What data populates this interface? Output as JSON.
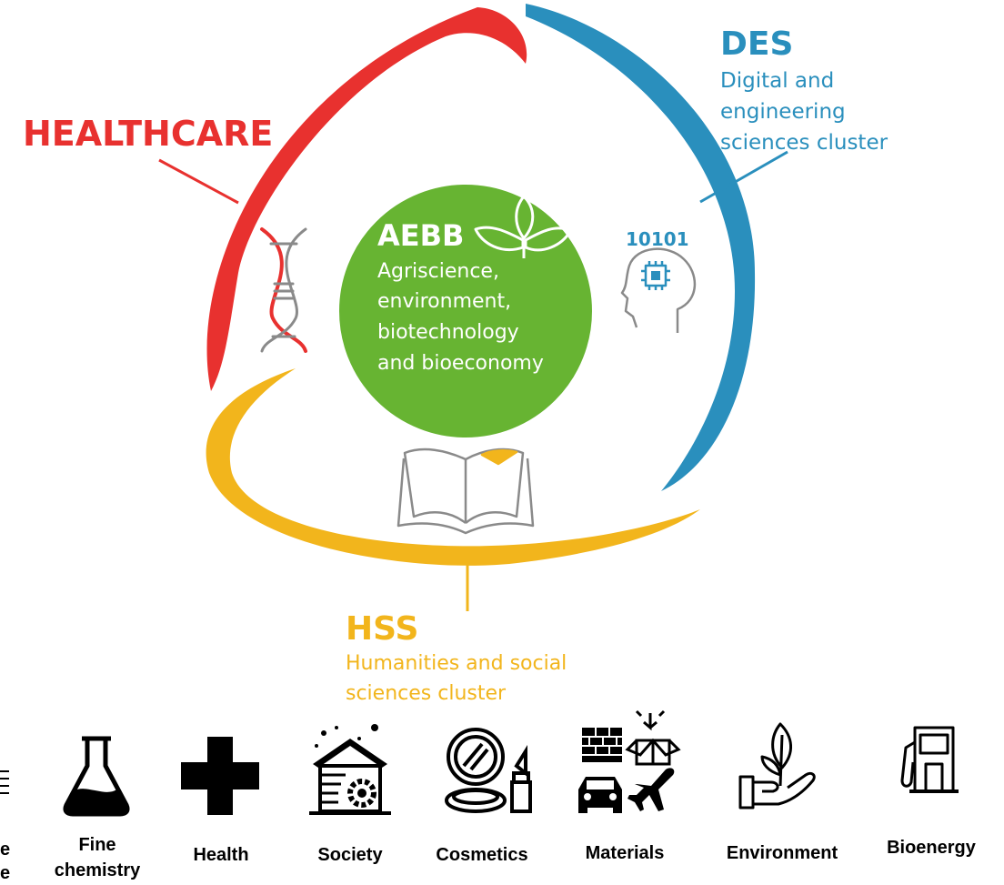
{
  "colors": {
    "healthcare": "#e8312f",
    "des": "#2a8fbd",
    "hss": "#f2b51c",
    "aebb": "#67b432",
    "icon_grey": "#8a8a8a"
  },
  "clusters": {
    "healthcare": {
      "title": "HEALTHCARE"
    },
    "des": {
      "title": "DES",
      "subtitle_lines": [
        "Digital and",
        "engineering",
        "sciences cluster"
      ]
    },
    "hss": {
      "title": "HSS",
      "subtitle_lines": [
        "Humanities and social",
        "sciences cluster"
      ]
    },
    "aebb": {
      "title": "AEBB",
      "subtitle_lines": [
        "Agriscience,",
        "environment,",
        "biotechnology",
        "and bioeconomy"
      ]
    }
  },
  "binary_label": "10101",
  "sectors": [
    {
      "label_lines": [
        "e",
        "e"
      ],
      "icon": "cut-off-icon"
    },
    {
      "label_lines": [
        "Fine",
        "chemistry"
      ],
      "icon": "flask-icon"
    },
    {
      "label_lines": [
        "Health"
      ],
      "icon": "medical-cross-icon"
    },
    {
      "label_lines": [
        "Society"
      ],
      "icon": "house-gear-icon"
    },
    {
      "label_lines": [
        "Cosmetics"
      ],
      "icon": "compact-lipstick-icon"
    },
    {
      "label_lines": [
        "Materials"
      ],
      "icon": "materials-icon"
    },
    {
      "label_lines": [
        "Environment"
      ],
      "icon": "hand-plant-icon"
    },
    {
      "label_lines": [
        "Bioenergy"
      ],
      "icon": "fuel-pump-icon"
    }
  ]
}
